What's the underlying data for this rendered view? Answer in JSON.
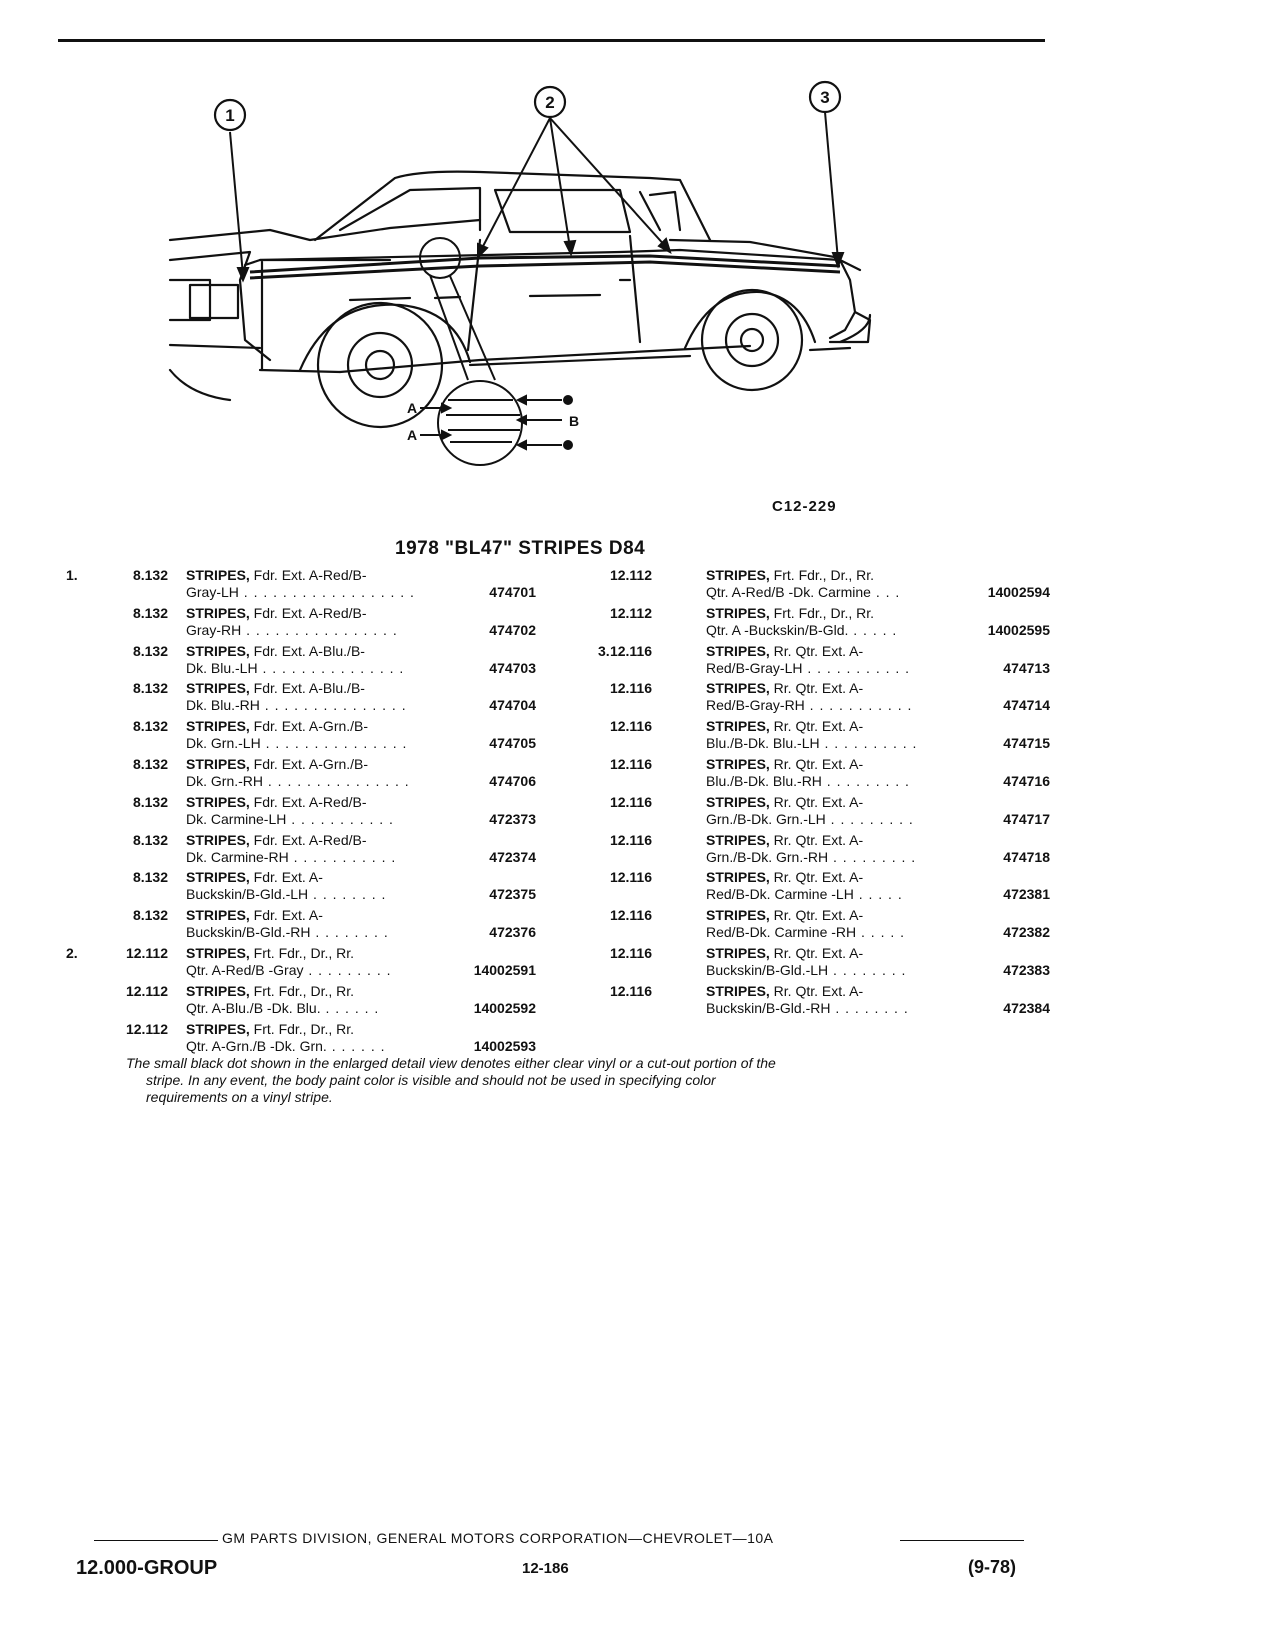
{
  "illustration": {
    "callouts": [
      "1",
      "2",
      "3"
    ],
    "detail_labels": [
      "A",
      "A",
      "B"
    ],
    "code": "C12-229"
  },
  "section_title": "1978 \"BL47\" STRIPES D84",
  "left_entries": [
    {
      "idx": "1.",
      "group": "8.132",
      "kw": "STRIPES,",
      "line1": " Fdr. Ext. A-Red/B-",
      "line2": "Gray-LH",
      "dots": " . . . . . . . . . . . . . . . . . . ",
      "part": "474701"
    },
    {
      "idx": "",
      "group": "8.132",
      "kw": "STRIPES,",
      "line1": " Fdr. Ext. A-Red/B-",
      "line2": "Gray-RH",
      "dots": " . . . . . . . . . . . . . . . . ",
      "part": "474702"
    },
    {
      "idx": "",
      "group": "8.132",
      "kw": "STRIPES,",
      "line1": " Fdr. Ext. A-Blu./B-",
      "line2": "Dk. Blu.-LH",
      "dots": " . . . . . . . . . . . . . . . ",
      "part": "474703"
    },
    {
      "idx": "",
      "group": "8.132",
      "kw": "STRIPES,",
      "line1": " Fdr. Ext. A-Blu./B-",
      "line2": "Dk. Blu.-RH",
      "dots": " . . . . . . . . . . . . . . . ",
      "part": "474704"
    },
    {
      "idx": "",
      "group": "8.132",
      "kw": "STRIPES,",
      "line1": " Fdr. Ext. A-Grn./B-",
      "line2": "Dk. Grn.-LH",
      "dots": " . . . . . . . . . . . . . . . ",
      "part": "474705"
    },
    {
      "idx": "",
      "group": "8.132",
      "kw": "STRIPES,",
      "line1": " Fdr. Ext. A-Grn./B-",
      "line2": "Dk. Grn.-RH",
      "dots": " . . . . . . . . . . . . . . . ",
      "part": "474706"
    },
    {
      "idx": "",
      "group": "8.132",
      "kw": "STRIPES,",
      "line1": " Fdr. Ext. A-Red/B-",
      "line2": "Dk. Carmine-LH",
      "dots": " . . . . . . . . . . . ",
      "part": "472373"
    },
    {
      "idx": "",
      "group": "8.132",
      "kw": "STRIPES,",
      "line1": " Fdr. Ext. A-Red/B-",
      "line2": "Dk. Carmine-RH",
      "dots": " . . . . . . . . . . . ",
      "part": "472374"
    },
    {
      "idx": "",
      "group": "8.132",
      "kw": "STRIPES,",
      "line1": " Fdr. Ext. A-",
      "line2": "Buckskin/B-Gld.-LH",
      "dots": " . . . . . . . . ",
      "part": "472375"
    },
    {
      "idx": "",
      "group": "8.132",
      "kw": "STRIPES,",
      "line1": " Fdr. Ext. A-",
      "line2": "Buckskin/B-Gld.-RH",
      "dots": " . . . . . . . . ",
      "part": "472376"
    },
    {
      "idx": "2.",
      "group": "12.112",
      "kw": "STRIPES,",
      "line1": " Frt. Fdr., Dr., Rr.",
      "line2": "Qtr. A-Red/B -Gray",
      "dots": " . . . . . . . . . ",
      "part": "14002591"
    },
    {
      "idx": "",
      "group": "12.112",
      "kw": "STRIPES,",
      "line1": " Frt. Fdr., Dr., Rr.",
      "line2": "Qtr. A-Blu./B -Dk. Blu.",
      "dots": " . . . . . . ",
      "part": "14002592"
    },
    {
      "idx": "",
      "group": "12.112",
      "kw": "STRIPES,",
      "line1": " Frt. Fdr., Dr., Rr.",
      "line2": "Qtr. A-Grn./B -Dk. Grn.",
      "dots": " . . . . . . ",
      "part": "14002593"
    }
  ],
  "right_entries": [
    {
      "idx": "",
      "group": "12.112",
      "kw": "STRIPES,",
      "line1": " Frt. Fdr., Dr., Rr.",
      "line2": "Qtr. A-Red/B -Dk. Carmine",
      "dots": " . . . ",
      "part": "14002594"
    },
    {
      "idx": "",
      "group": "12.112",
      "kw": "STRIPES,",
      "line1": " Frt. Fdr., Dr., Rr.",
      "line2": "Qtr. A -Buckskin/B-Gld.",
      "dots": " . . . . . ",
      "part": "14002595"
    },
    {
      "idx": "3.",
      "group": "12.116",
      "kw": "STRIPES,",
      "line1": " Rr. Qtr. Ext. A-",
      "line2": "Red/B-Gray-LH",
      "dots": " . . . . . . . . . . . ",
      "part": "474713"
    },
    {
      "idx": "",
      "group": "12.116",
      "kw": "STRIPES,",
      "line1": " Rr. Qtr. Ext. A-",
      "line2": "Red/B-Gray-RH",
      "dots": " . . . . . . . . . . . ",
      "part": "474714"
    },
    {
      "idx": "",
      "group": "12.116",
      "kw": "STRIPES,",
      "line1": " Rr. Qtr. Ext. A-",
      "line2": "Blu./B-Dk. Blu.-LH",
      "dots": " . . . . . . . . . . ",
      "part": "474715"
    },
    {
      "idx": "",
      "group": "12.116",
      "kw": "STRIPES,",
      "line1": " Rr. Qtr. Ext. A-",
      "line2": "Blu./B-Dk. Blu.-RH",
      "dots": " . . . . . . . . . ",
      "part": "474716"
    },
    {
      "idx": "",
      "group": "12.116",
      "kw": "STRIPES,",
      "line1": " Rr. Qtr. Ext. A-",
      "line2": "Grn./B-Dk. Grn.-LH",
      "dots": " . . . . . . . . . ",
      "part": "474717"
    },
    {
      "idx": "",
      "group": "12.116",
      "kw": "STRIPES,",
      "line1": " Rr. Qtr. Ext. A-",
      "line2": "Grn./B-Dk. Grn.-RH",
      "dots": " . . . . . . . . . ",
      "part": "474718"
    },
    {
      "idx": "",
      "group": "12.116",
      "kw": "STRIPES,",
      "line1": " Rr. Qtr. Ext. A-",
      "line2": "Red/B-Dk. Carmine -LH",
      "dots": " . . . . . ",
      "part": "472381"
    },
    {
      "idx": "",
      "group": "12.116",
      "kw": "STRIPES,",
      "line1": " Rr. Qtr. Ext. A-",
      "line2": "Red/B-Dk. Carmine -RH",
      "dots": " . . . . . ",
      "part": "472382"
    },
    {
      "idx": "",
      "group": "12.116",
      "kw": "STRIPES,",
      "line1": " Rr. Qtr. Ext. A-",
      "line2": "Buckskin/B-Gld.-LH",
      "dots": " . . . . . . . . ",
      "part": "472383"
    },
    {
      "idx": "",
      "group": "12.116",
      "kw": "STRIPES,",
      "line1": " Rr. Qtr. Ext. A-",
      "line2": "Buckskin/B-Gld.-RH",
      "dots": " . . . . . . . . ",
      "part": "472384"
    }
  ],
  "note": {
    "line1": "The small black dot shown in the enlarged detail view denotes either clear vinyl or a cut-out portion of the",
    "line2": "stripe. In any event, the body paint color is visible and should not be used in specifying color",
    "line3": "requirements on a vinyl stripe."
  },
  "footer": {
    "corporation": "GM PARTS DIVISION, GENERAL MOTORS CORPORATION—CHEVROLET—10A",
    "group": "12.000-GROUP",
    "page": "12-186",
    "date": "(9-78)"
  }
}
